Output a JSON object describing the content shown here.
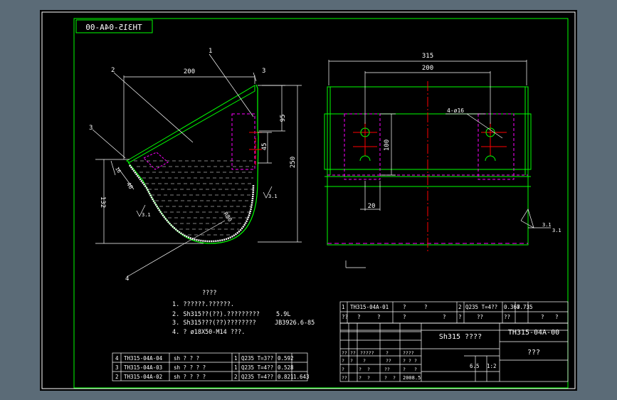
{
  "drawing": {
    "code_mirrored": "TH315-04A-00",
    "colors": {
      "border": "#ffffff",
      "outline": "#00ff00",
      "dimension": "#ffffff",
      "hidden": "#ff00ff",
      "center": "#ff0000",
      "hatch": "#ffffff",
      "text": "#ffffff"
    },
    "callouts": {
      "c1": "1",
      "c2": "2",
      "c3a": "3",
      "c3b": "3",
      "c4": "4"
    },
    "dims_left": {
      "d200": "200",
      "d95": "95",
      "d45": "45",
      "d250": "250",
      "d132": "132",
      "d40": "40",
      "d16": "16",
      "r": "R80"
    },
    "dims_right": {
      "d315": "315",
      "d200": "200",
      "d100": "100",
      "d20": "20",
      "holes": "4-ø16"
    },
    "roughness": {
      "r1": "3.1",
      "r2": "3.1",
      "r3": "3.1",
      "r4": "3.1"
    },
    "notes": {
      "title": "????",
      "line1": "1. ??????.??????.",
      "line2": "2. Sh315??(??).?????????",
      "line2_val": "5.9L",
      "line3": "3. Sh315???(??)????????",
      "line3_val": "JB3926.6-85",
      "line4": "4. ? ø18X50-M14 ???."
    },
    "bom_top": {
      "no": "1",
      "code": "TH315-04A-01",
      "name": "?",
      "qty": "?",
      "n2": "2",
      "mat": "Q235 T=4??",
      "w1": "0.367",
      "w2": "0.735"
    },
    "bom_top_header": [
      "??",
      "?",
      "?",
      "?",
      "?",
      "?",
      "??",
      "??",
      "?",
      "?"
    ],
    "bom_bottom": [
      {
        "no": "4",
        "code": "TH315-04A-04",
        "name": "sh ?  ?  ?",
        "qty": "1",
        "mat": "Q235 T=3??",
        "w1": "0.592",
        "w2": ""
      },
      {
        "no": "3",
        "code": "TH315-04A-03",
        "name": "sh ?  ?  ?  ?",
        "qty": "1",
        "mat": "Q235 T=4??",
        "w1": "0.528",
        "w2": ""
      },
      {
        "no": "2",
        "code": "TH315-04A-02",
        "name": "sh ?  ?  ?  ?",
        "qty": "2",
        "mat": "Q235 T=4??",
        "w1": "0.821",
        "w2": "1.643"
      }
    ],
    "title_block": {
      "name": "Sh315 ????",
      "code": "TH315-04A-00",
      "sub": "???",
      "weight": "6.5",
      "scale": "1:2",
      "date": "2008.5",
      "r1": [
        "??",
        "??",
        "?????",
        "?",
        "????"
      ],
      "r2": [
        "?",
        "?",
        "?",
        "??",
        "?",
        "?",
        "?"
      ],
      "r3": [
        "?",
        "?",
        "?",
        "??",
        "?",
        "?"
      ],
      "r4": [
        "??",
        "?",
        "?",
        "?",
        "?"
      ]
    }
  }
}
